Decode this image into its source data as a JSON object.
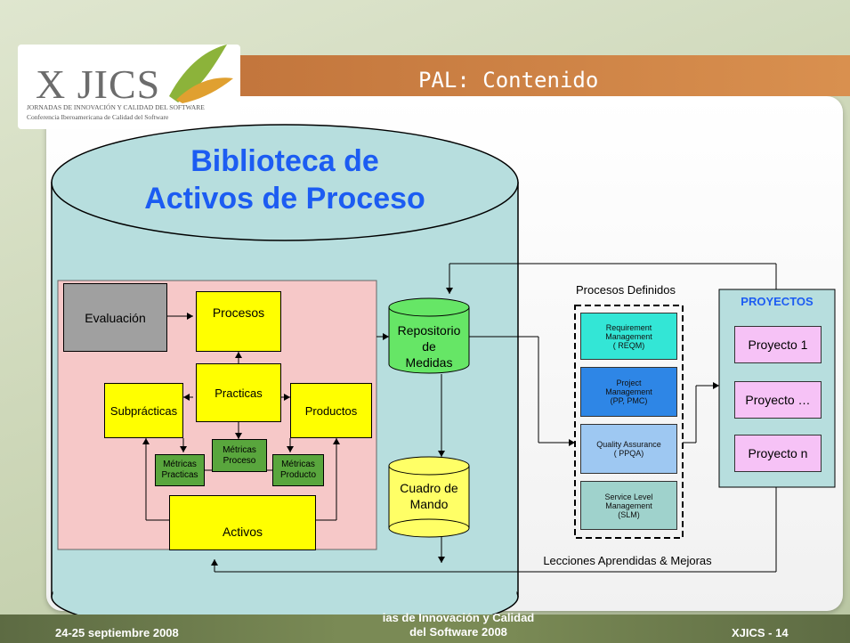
{
  "header": {
    "title": "PAL: Contenido",
    "logo": {
      "main": "X JICS",
      "line1": "JORNADAS DE INNOVACIÓN Y CALIDAD DEL SOFTWARE",
      "line2": "Conferencia Iberoamericana de Calidad del Software"
    }
  },
  "library": {
    "title_line1": "Biblioteca de",
    "title_line2": "Activos de Proceso"
  },
  "pink_panel": {
    "evaluacion": "Evaluación",
    "procesos": "Procesos",
    "practicas": "Practicas",
    "subpracticas": "Subprácticas",
    "productos": "Productos",
    "metricas_practicas": [
      "Métricas",
      "Practicas"
    ],
    "metricas_proceso": [
      "Métricas",
      "Proceso"
    ],
    "metricas_producto": [
      "Métricas",
      "Producto"
    ],
    "activos": "Activos"
  },
  "repositorio": [
    "Repositorio de",
    "Medidas"
  ],
  "cuadro": [
    "Cuadro de",
    "Mando"
  ],
  "procesos_definidos": {
    "heading": "Procesos Definidos",
    "items": [
      {
        "lines": [
          "Requirement",
          "Management",
          "( REQM)"
        ],
        "color": "#33e6d6"
      },
      {
        "lines": [
          "Project",
          "Management",
          "(PP, PMC)"
        ],
        "color": "#2e86e6"
      },
      {
        "lines": [
          "Quality Assurance",
          "( PPQA)"
        ],
        "color": "#9ec8f2"
      },
      {
        "lines": [
          "Service Level",
          "Management",
          "(SLM)"
        ],
        "color": "#9fd2cc"
      }
    ]
  },
  "proyectos": {
    "heading": "PROYECTOS",
    "items": [
      "Proyecto 1",
      "Proyecto …",
      "Proyecto n"
    ]
  },
  "lecciones": "Lecciones Aprendidas & Mejoras",
  "footer": {
    "left": "24-25 septiembre 2008",
    "center_line1": "ias de Innovación y Calidad",
    "center_line2": "del Software 2008",
    "right": "XJICS - 14"
  },
  "colors": {
    "cylinder": "#b7dede",
    "pink": "#f6c8c8",
    "repo_green": "#66e666",
    "cuadro_yellow": "#ffff66",
    "proyectos_panel": "#b7dede"
  }
}
